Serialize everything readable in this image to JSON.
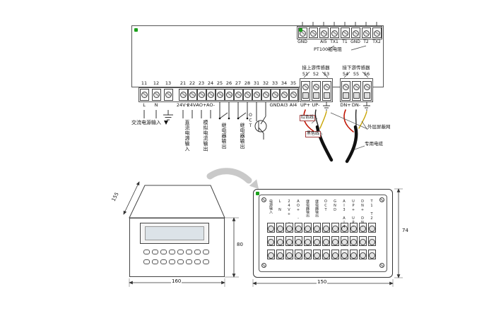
{
  "top_strip": {
    "terminal_labels": [
      "GND",
      "",
      "AI5",
      "TX1",
      "T1",
      "GND",
      "T2",
      "TX2"
    ],
    "pt100_caption": "PT100铂电阻"
  },
  "main_strip": {
    "groups": [
      {
        "numbers": [
          "11",
          "12",
          "13"
        ],
        "labels": [
          "L",
          "N",
          ""
        ]
      },
      {
        "numbers": [
          "21",
          "22",
          "23",
          "24",
          "25",
          "26",
          "27",
          "28",
          "31",
          "32",
          "33",
          "34",
          "35"
        ],
        "labels": [
          "24V+",
          "24V-",
          "AO+",
          "AO-",
          "",
          "",
          "",
          "",
          "",
          "",
          "GND",
          "AI3",
          "AI4"
        ]
      },
      {
        "numbers": [
          "51",
          "52",
          "53"
        ],
        "labels": [
          "UP+",
          "UP-",
          ""
        ]
      },
      {
        "numbers": [
          "54",
          "55",
          "56"
        ],
        "labels": [
          "DN+",
          "DN-",
          ""
        ]
      }
    ]
  },
  "annotations": {
    "ac_input": "交流电源输入",
    "dc_input": "直流电源输入",
    "analog_output": "模拟电流输出",
    "relay_output_1": "继电器输出",
    "relay_output_2": "继电器输出",
    "oct_output": "OCT",
    "upstream_sensor": "接上游传感器",
    "downstream_sensor": "接下游传感器",
    "red_wire": "红色线",
    "black_wire": "黑色线",
    "outer_shield": "外层屏蔽网",
    "special_cable": "专用电缆"
  },
  "front_view": {
    "dim_slope": "155",
    "dim_height": "80",
    "dim_width": "160"
  },
  "rear_view": {
    "dim_width": "150",
    "dim_height": "74",
    "column_labels": [
      "电源输入",
      "L N",
      "24V+ -",
      "AO+ -",
      "继电器输出",
      "继电器输出",
      "OCT",
      "GND",
      "AI3 AI4",
      "UP+ UP-",
      "DN+ DN-",
      "T1 T2"
    ]
  },
  "colors": {
    "red_wire": "#c21807",
    "yellow_wire": "#c8a400",
    "cable": "#111111",
    "green_mark": "#1ba11b"
  }
}
